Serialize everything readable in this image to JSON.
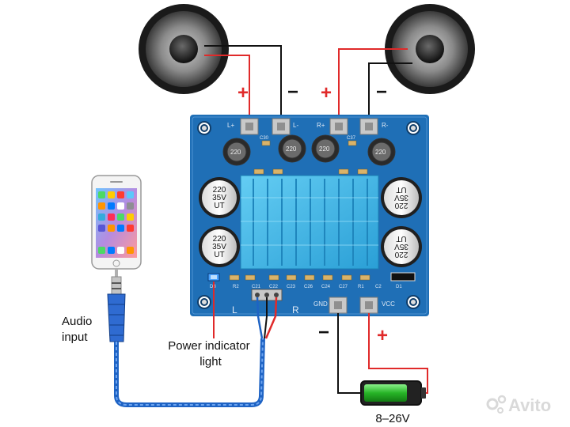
{
  "speakers": {
    "left_plus": "+",
    "left_minus": "−",
    "right_plus": "+",
    "right_minus": "−"
  },
  "board": {
    "terminals_top": [
      "L+",
      "L-",
      "R+",
      "R-"
    ],
    "terminals_bottom": [
      "GND",
      "VCC"
    ],
    "channel_left": "L",
    "channel_right": "R",
    "cap_large_text": [
      "220\n35V\nUT",
      "220\n35V\nUT",
      "220\n35V\nUT",
      "220\n35V\nUT"
    ],
    "cap_small_text": [
      "220",
      "220",
      "220",
      "220"
    ],
    "silk_refs": [
      "C30",
      "C37",
      "R2",
      "C21",
      "C22",
      "C23",
      "C26",
      "C24",
      "C27",
      "R1",
      "C2",
      "D3",
      "D1"
    ]
  },
  "labels": {
    "audio_input": "Audio\ninput",
    "power_indicator": "Power indicator\nlight",
    "battery_voltage": "8–26V",
    "supply_minus": "−",
    "supply_plus": "+",
    "watermark": "Avito"
  },
  "colors": {
    "pcb": "#1f6fb6",
    "heatsink": "#3eb7e6",
    "wire_red": "#e02a2a",
    "wire_black": "#111111",
    "cable_blue": "#1e63c4",
    "battery_green": "#2cbf2c"
  }
}
